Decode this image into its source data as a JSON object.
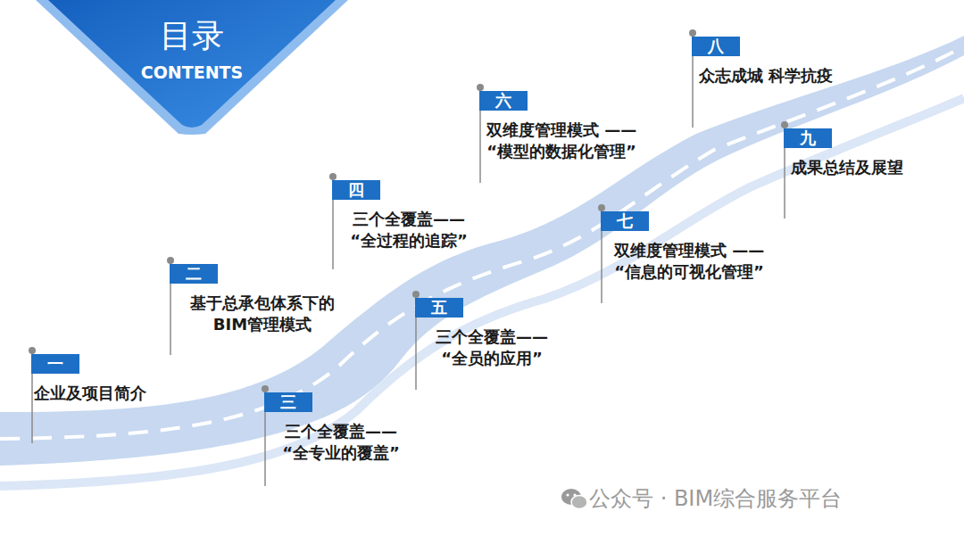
{
  "diagram": {
    "nodes": [
      {
        "text": [
          "目录",
          "CONTENTS"
        ]
      },
      {
        "text": [
          "一",
          "企业及项目简介"
        ]
      },
      {
        "text": [
          "二",
          "基于总承包体系下的 BIM管理模式"
        ]
      },
      {
        "text": [
          "三",
          "三个全覆盖—— “全专业的覆盖”"
        ]
      },
      {
        "text": [
          "四",
          "三个全覆盖—— “全过程的追踪”"
        ]
      },
      {
        "text": [
          "五",
          "三个全覆盖—— “全员的应用”"
        ]
      },
      {
        "text": [
          "六",
          "双维度管理模式 —— “模型的数据化管理”"
        ]
      },
      {
        "text": [
          "七",
          "双维度管理模式 —— “信息的可视化管理”"
        ]
      },
      {
        "text": [
          "八",
          "众志成城 科学抗疫"
        ]
      },
      {
        "text": [
          "九",
          "成果总结及展望"
        ]
      }
    ],
    "labels": [
      "公众号 · BIM综合服务平台"
    ]
  }
}
